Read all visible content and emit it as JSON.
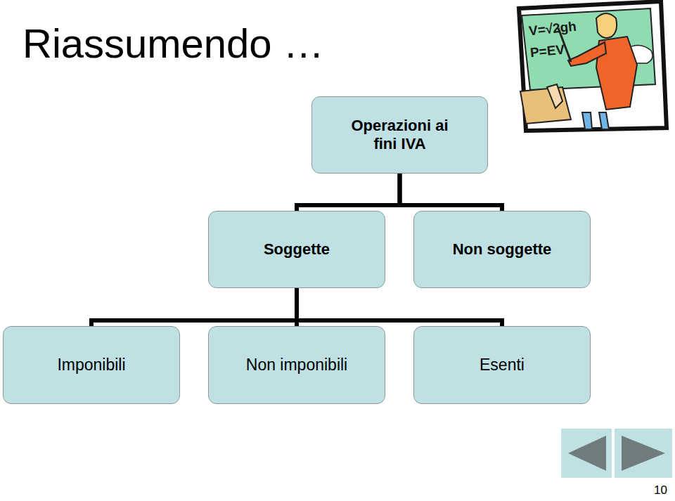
{
  "diagram": {
    "title": "Riassumendo …",
    "nodes": [
      {
        "text": [
          "Operazioni ai fini IVA"
        ]
      },
      {
        "text": [
          "Soggette"
        ]
      },
      {
        "text": [
          "Non soggette"
        ]
      },
      {
        "text": [
          "Imponibili"
        ]
      },
      {
        "text": [
          "Non imponibili"
        ]
      },
      {
        "text": [
          "Esenti"
        ]
      }
    ],
    "edges": [
      {
        "from": 0,
        "to": 1,
        "arrow": "none"
      },
      {
        "from": 0,
        "to": 2,
        "arrow": "none"
      },
      {
        "from": 1,
        "to": 3,
        "arrow": "none"
      },
      {
        "from": 1,
        "to": 4,
        "arrow": "none"
      },
      {
        "from": 1,
        "to": 5,
        "arrow": "none"
      }
    ],
    "labels": [
      "V=√2gh",
      "P=EV",
      "10"
    ]
  }
}
